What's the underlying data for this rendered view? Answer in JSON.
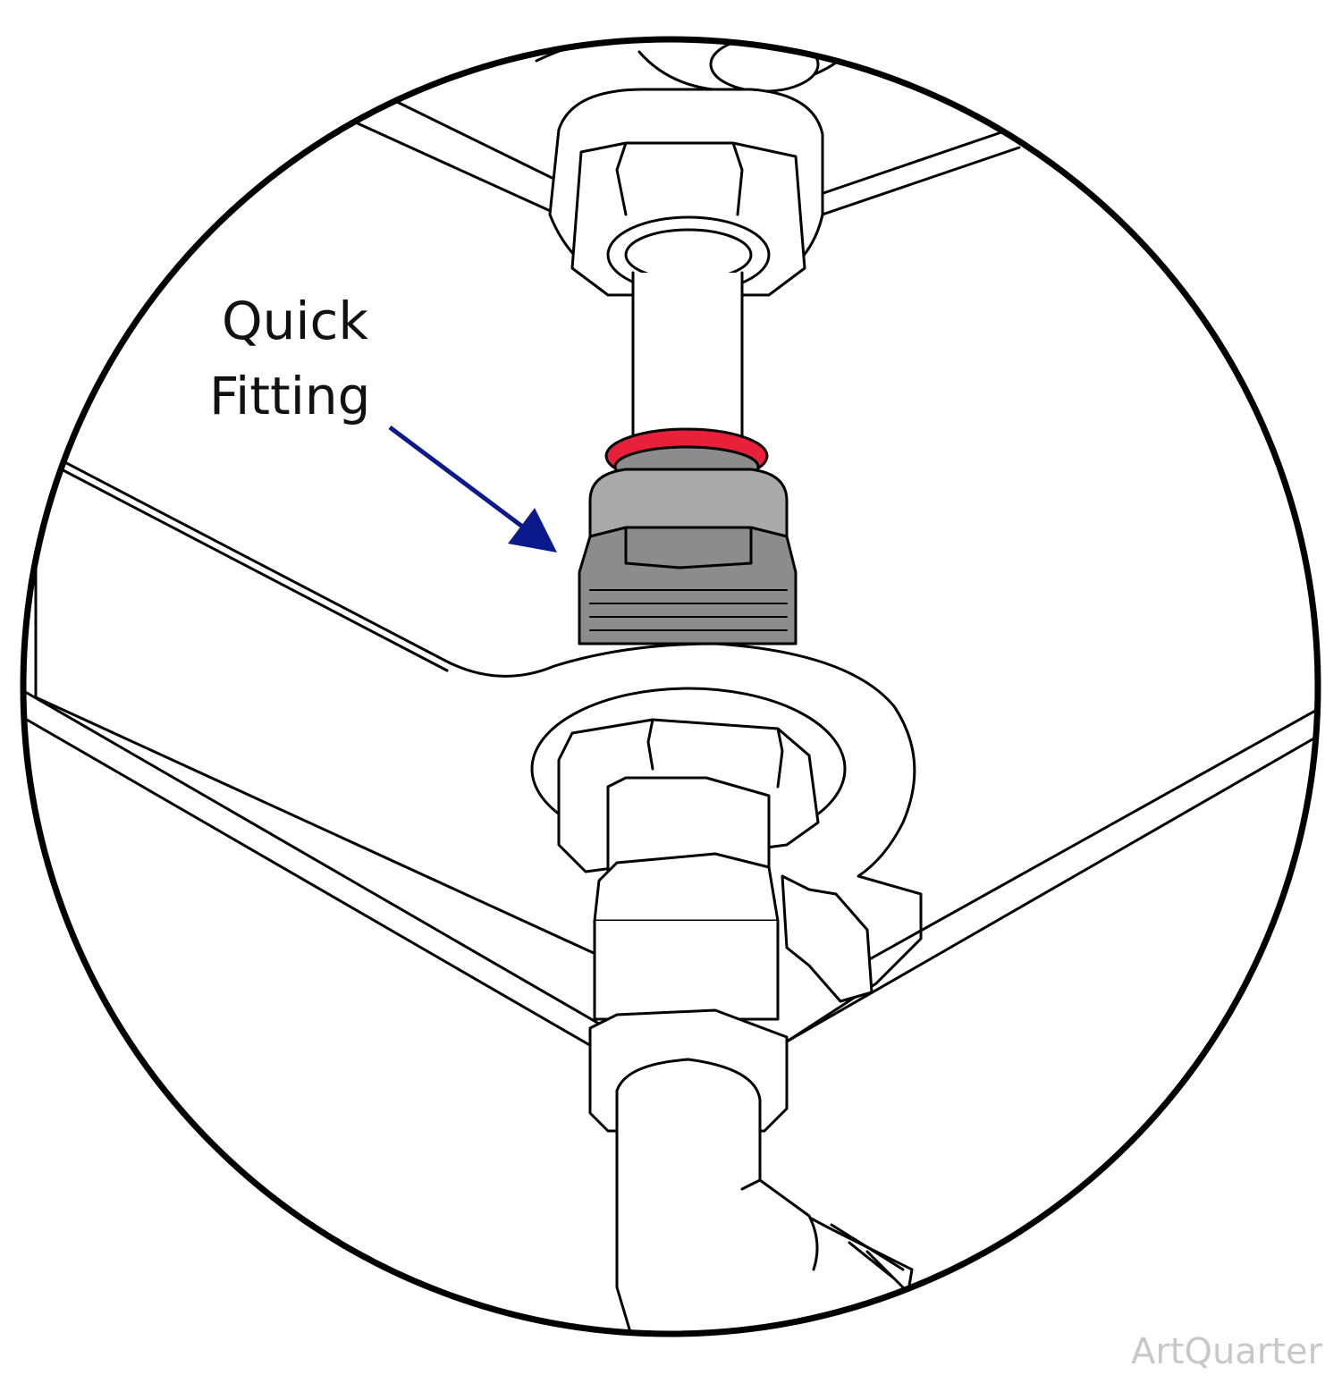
{
  "callout": {
    "line1": "Quick",
    "line2": "Fitting",
    "arrow_color": "#0a1a8c"
  },
  "watermark": "ArtQuarter",
  "colors": {
    "outline": "#000000",
    "fitting_body": "#8c8c8c",
    "fitting_body_light": "#a9a9a9",
    "collet_ring": "#e8203a",
    "background": "#ffffff"
  }
}
